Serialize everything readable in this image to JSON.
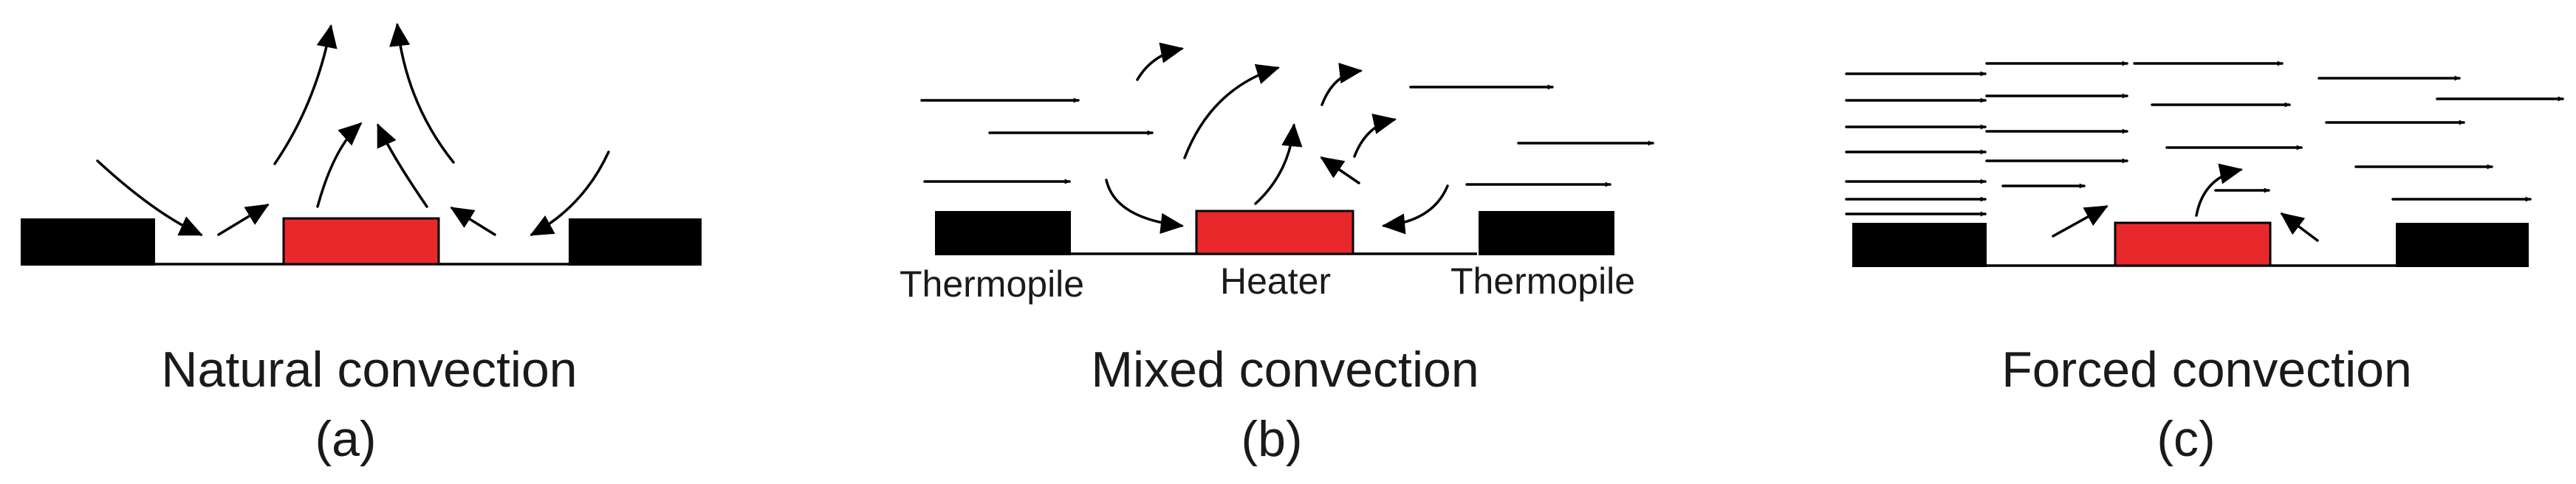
{
  "colors": {
    "heater": "#e8282b",
    "thermopile": "#000000",
    "line": "#000000",
    "background": "#ffffff"
  },
  "panels": [
    {
      "id": "a",
      "caption": "Natural convection",
      "sub_label": "(a)",
      "parts": {
        "thermopile_left": "",
        "heater": "",
        "thermopile_right": ""
      }
    },
    {
      "id": "b",
      "caption": "Mixed convection",
      "sub_label": "(b)",
      "parts": {
        "thermopile_left": "Thermopile",
        "heater": "Heater",
        "thermopile_right": "Thermopile"
      }
    },
    {
      "id": "c",
      "caption": "Forced convection",
      "sub_label": "(c)",
      "parts": {
        "thermopile_left": "",
        "heater": "",
        "thermopile_right": ""
      }
    }
  ]
}
